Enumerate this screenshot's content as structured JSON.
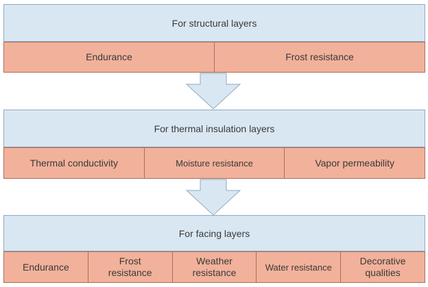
{
  "colors": {
    "header_fill": "#d9e7f3",
    "header_border": "#8fa9c2",
    "cell_fill": "#f2b19a",
    "cell_border": "#a96e5c",
    "arrow_fill": "#d9e7f3",
    "arrow_stroke": "#8fa9c2"
  },
  "groups": [
    {
      "title": "For structural layers",
      "items": [
        "Endurance",
        "Frost resistance"
      ]
    },
    {
      "title": "For thermal insulation layers",
      "items": [
        "Thermal conductivity",
        "Moisture resistance",
        "Vapor permeability"
      ]
    },
    {
      "title": "For facing layers",
      "items": [
        "Endurance",
        "Frost\nresistance",
        "Weather\nresistance",
        "Water resistance",
        "Decorative\nqualities"
      ]
    }
  ]
}
